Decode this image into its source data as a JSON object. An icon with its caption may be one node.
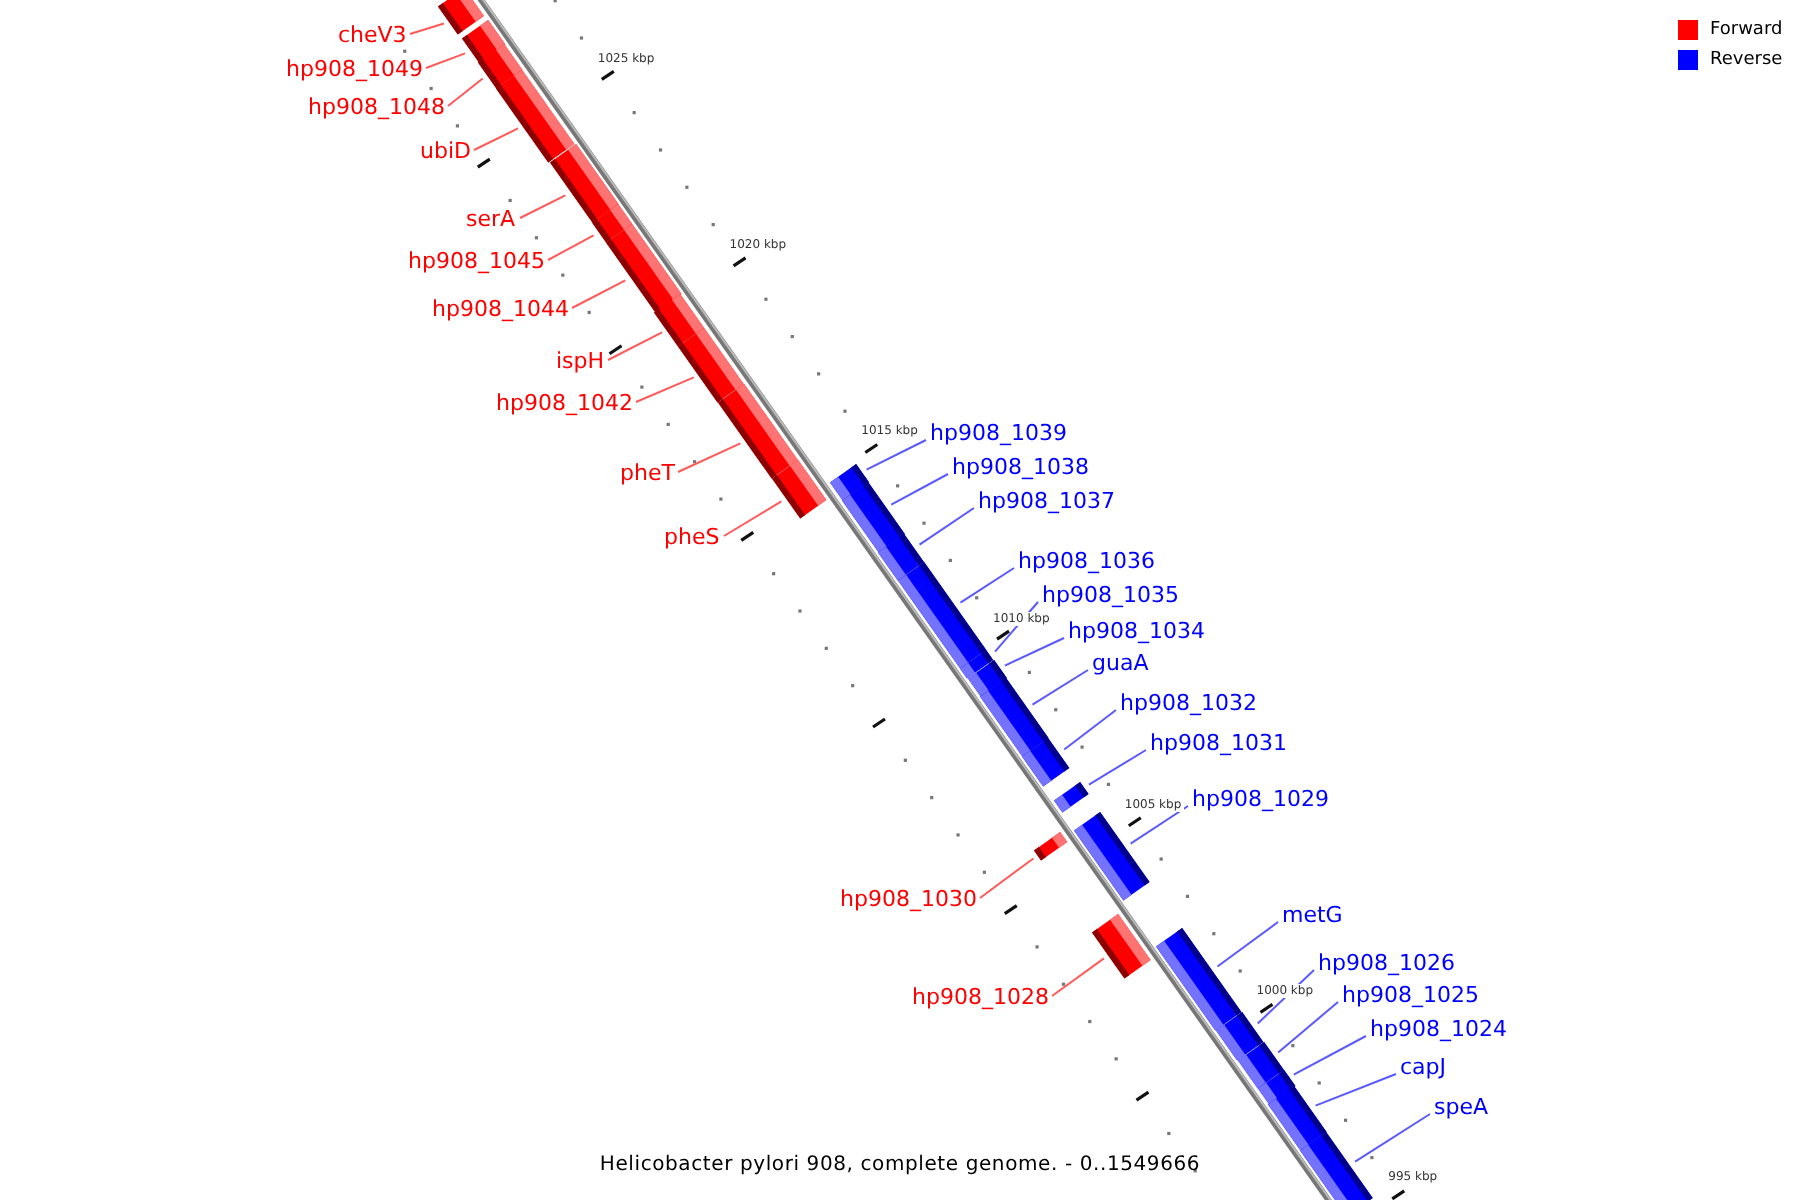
{
  "diagram": {
    "caption": "Helicobacter pylori 908, complete genome. - 0..1549666",
    "nodes": [
      {
        "text": [
          "cheV3"
        ]
      },
      {
        "text": [],
        "shape": "bar"
      },
      {
        "text": [
          "hp908_1049"
        ]
      },
      {
        "text": [],
        "shape": "bar"
      },
      {
        "text": [
          "hp908_1048"
        ]
      },
      {
        "text": [],
        "shape": "bar"
      },
      {
        "text": [
          "ubiD"
        ]
      },
      {
        "text": [],
        "shape": "bar"
      },
      {
        "text": [
          "serA"
        ]
      },
      {
        "text": [],
        "shape": "bar"
      },
      {
        "text": [
          "hp908_1045"
        ]
      },
      {
        "text": [],
        "shape": "bar"
      },
      {
        "text": [
          "hp908_1044"
        ]
      },
      {
        "text": [],
        "shape": "bar"
      },
      {
        "text": [
          "ispH"
        ]
      },
      {
        "text": [],
        "shape": "bar"
      },
      {
        "text": [
          "hp908_1042"
        ]
      },
      {
        "text": [],
        "shape": "bar"
      },
      {
        "text": [
          "pheT"
        ]
      },
      {
        "text": [],
        "shape": "bar"
      },
      {
        "text": [
          "pheS"
        ]
      },
      {
        "text": [],
        "shape": "bar"
      },
      {
        "text": [
          "hp908_1039"
        ]
      },
      {
        "text": [],
        "shape": "bar"
      },
      {
        "text": [
          "hp908_1038"
        ]
      },
      {
        "text": [],
        "shape": "bar"
      },
      {
        "text": [
          "hp908_1037"
        ]
      },
      {
        "text": [],
        "shape": "bar"
      },
      {
        "text": [
          "hp908_1036"
        ]
      },
      {
        "text": [],
        "shape": "bar"
      },
      {
        "text": [
          "hp908_1035"
        ]
      },
      {
        "text": [],
        "shape": "bar"
      },
      {
        "text": [
          "hp908_1034"
        ]
      },
      {
        "text": [],
        "shape": "bar"
      },
      {
        "text": [
          "guaA"
        ]
      },
      {
        "text": [],
        "shape": "bar"
      },
      {
        "text": [
          "hp908_1032"
        ]
      },
      {
        "text": [],
        "shape": "bar"
      },
      {
        "text": [
          "hp908_1031"
        ]
      },
      {
        "text": [],
        "shape": "bar"
      },
      {
        "text": [
          "hp908_1030"
        ]
      },
      {
        "text": [],
        "shape": "bar"
      },
      {
        "text": [
          "hp908_1029"
        ]
      },
      {
        "text": [],
        "shape": "bar"
      },
      {
        "text": [
          "hp908_1028"
        ]
      },
      {
        "text": [],
        "shape": "bar"
      },
      {
        "text": [
          "metG"
        ]
      },
      {
        "text": [],
        "shape": "bar"
      },
      {
        "text": [
          "hp908_1026"
        ]
      },
      {
        "text": [],
        "shape": "bar"
      },
      {
        "text": [
          "hp908_1025"
        ]
      },
      {
        "text": [],
        "shape": "bar"
      },
      {
        "text": [
          "hp908_1024"
        ]
      },
      {
        "text": [],
        "shape": "bar"
      },
      {
        "text": [
          "capJ"
        ]
      },
      {
        "text": [],
        "shape": "bar"
      },
      {
        "text": [
          "speA"
        ]
      },
      {
        "text": [],
        "shape": "bar"
      }
    ],
    "edges": [
      {
        "from": 0,
        "to": 1,
        "arrow": "none",
        "color": "#ff5959"
      },
      {
        "from": 2,
        "to": 3,
        "arrow": "none",
        "color": "#ff5959"
      },
      {
        "from": 4,
        "to": 5,
        "arrow": "none",
        "color": "#ff5959"
      },
      {
        "from": 6,
        "to": 7,
        "arrow": "none",
        "color": "#ff5959"
      },
      {
        "from": 8,
        "to": 9,
        "arrow": "none",
        "color": "#ff5959"
      },
      {
        "from": 10,
        "to": 11,
        "arrow": "none",
        "color": "#ff5959"
      },
      {
        "from": 12,
        "to": 13,
        "arrow": "none",
        "color": "#ff5959"
      },
      {
        "from": 14,
        "to": 15,
        "arrow": "none",
        "color": "#ff5959"
      },
      {
        "from": 16,
        "to": 17,
        "arrow": "none",
        "color": "#ff5959"
      },
      {
        "from": 18,
        "to": 19,
        "arrow": "none",
        "color": "#ff5959"
      },
      {
        "from": 20,
        "to": 21,
        "arrow": "none",
        "color": "#ff5959"
      },
      {
        "from": 22,
        "to": 23,
        "arrow": "none",
        "color": "#5959ff"
      },
      {
        "from": 24,
        "to": 25,
        "arrow": "none",
        "color": "#5959ff"
      },
      {
        "from": 26,
        "to": 27,
        "arrow": "none",
        "color": "#5959ff"
      },
      {
        "from": 28,
        "to": 29,
        "arrow": "none",
        "color": "#5959ff"
      },
      {
        "from": 30,
        "to": 31,
        "arrow": "none",
        "color": "#5959ff"
      },
      {
        "from": 32,
        "to": 33,
        "arrow": "none",
        "color": "#5959ff"
      },
      {
        "from": 34,
        "to": 35,
        "arrow": "none",
        "color": "#5959ff"
      },
      {
        "from": 36,
        "to": 37,
        "arrow": "none",
        "color": "#5959ff"
      },
      {
        "from": 38,
        "to": 39,
        "arrow": "none",
        "color": "#5959ff"
      },
      {
        "from": 40,
        "to": 41,
        "arrow": "none",
        "color": "#ff5959"
      },
      {
        "from": 42,
        "to": 43,
        "arrow": "none",
        "color": "#5959ff"
      },
      {
        "from": 44,
        "to": 45,
        "arrow": "none",
        "color": "#ff5959"
      },
      {
        "from": 46,
        "to": 47,
        "arrow": "none",
        "color": "#5959ff"
      },
      {
        "from": 48,
        "to": 49,
        "arrow": "none",
        "color": "#5959ff"
      },
      {
        "from": 50,
        "to": 51,
        "arrow": "none",
        "color": "#5959ff"
      },
      {
        "from": 52,
        "to": 53,
        "arrow": "none",
        "color": "#5959ff"
      },
      {
        "from": 54,
        "to": 55,
        "arrow": "none",
        "color": "#5959ff"
      },
      {
        "from": 56,
        "to": 57,
        "arrow": "none",
        "color": "#5959ff"
      }
    ],
    "labels": [
      "1025 kbp",
      "1020 kbp",
      "1015 kbp",
      "1010 kbp",
      "1005 kbp",
      "1000 kbp",
      "995 kbp"
    ],
    "legend": [
      {
        "text": "Forward",
        "color": "#ff0000"
      },
      {
        "text": "Reverse",
        "color": "#0000ff"
      }
    ]
  }
}
